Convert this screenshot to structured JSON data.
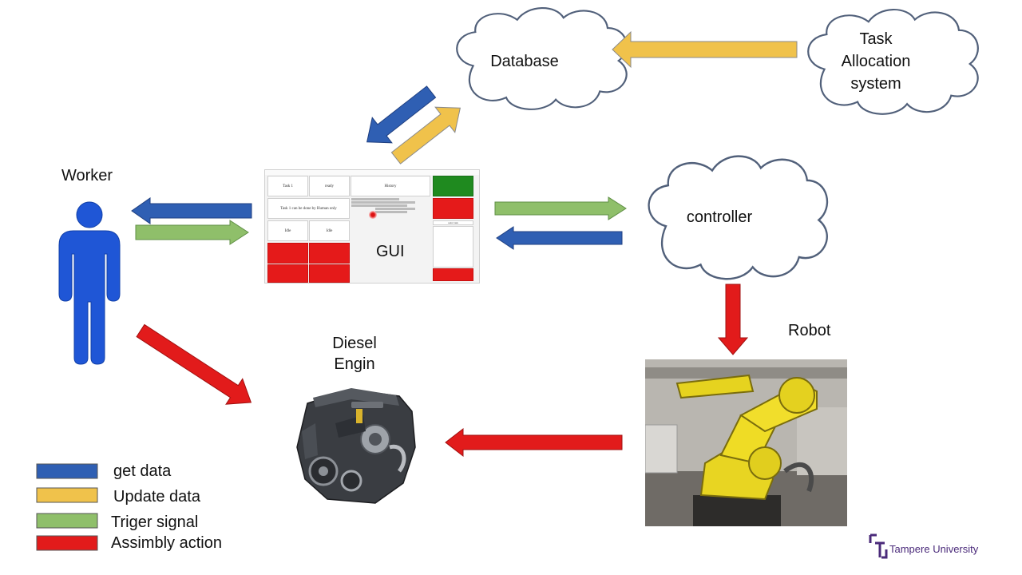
{
  "nodes": {
    "database": "Database",
    "task_allocation": [
      "Task",
      "Allocation",
      "system"
    ],
    "controller": "controller",
    "worker": "Worker",
    "robot": "Robot",
    "diesel_engine": [
      "Diesel",
      "Engin"
    ],
    "gui": "GUI"
  },
  "gui_mock": {
    "tab1": "Task 1",
    "tab2": "ready",
    "tab3": "History",
    "task_text": "Task 1 can be done by Human only",
    "idle1": "Idle",
    "idle2": "Idle",
    "select": "select task"
  },
  "legend": [
    {
      "label": "get data",
      "color": "#2f5fb3"
    },
    {
      "label": "Update data",
      "color": "#f0c24b"
    },
    {
      "label": "Triger signal",
      "color": "#8fbf6a"
    },
    {
      "label": "Assimbly action",
      "color": "#e21b1b"
    }
  ],
  "colors": {
    "get": "#2f5fb3",
    "update": "#f0c24b",
    "trigger": "#8fbf6a",
    "action": "#e21b1b",
    "worker": "#1f56d6",
    "cloud_stroke": "#51607a"
  },
  "logo": {
    "text": "Tampere University"
  }
}
